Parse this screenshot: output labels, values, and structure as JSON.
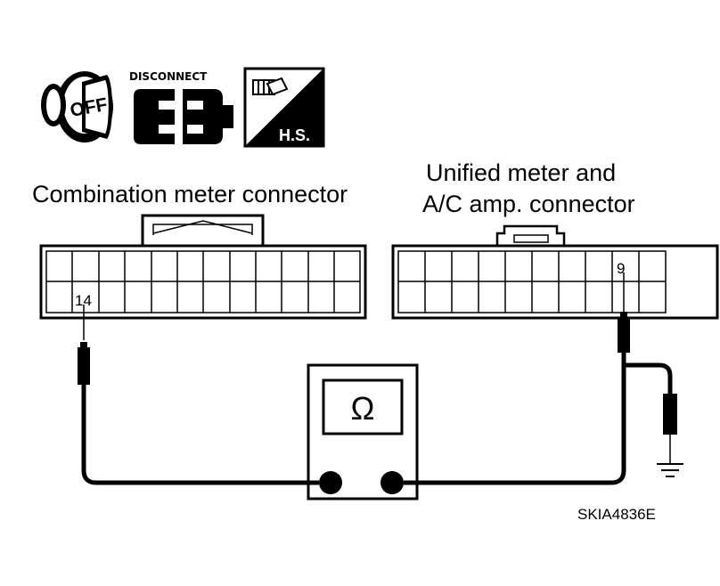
{
  "icons": {
    "ignition": {
      "name": "ignition-key-off-icon",
      "text": "OFF"
    },
    "disconnect": {
      "name": "disconnect-connector-icon",
      "text": "DISCONNECT"
    },
    "harness_side": {
      "name": "harness-side-icon",
      "text": "H.S."
    }
  },
  "left_connector": {
    "title": "Combination meter connector",
    "pin_label": "14"
  },
  "right_connector": {
    "title_line1": "Unified meter and",
    "title_line2": "A/C amp. connector",
    "pin_label": "9"
  },
  "meter": {
    "symbol": "Ω"
  },
  "figure_code": "SKIA4836E"
}
